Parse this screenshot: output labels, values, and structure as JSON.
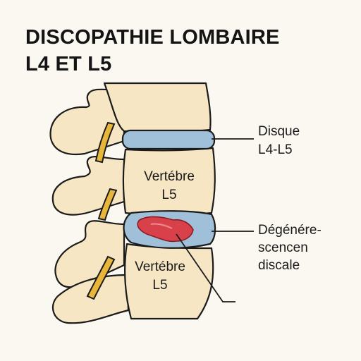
{
  "title": {
    "line1": "DISCOPATHIE LOMBAIRE",
    "line2": "L4 ET L5"
  },
  "labels": {
    "vertebra_upper": {
      "line1": "Vertébre",
      "line2": "L5"
    },
    "vertebra_lower": {
      "line1": "Vertébre",
      "line2": "L5"
    },
    "disc_callout": {
      "line1": "Disque",
      "line2": "L4-L5"
    },
    "degeneration_callout": {
      "line1": "Dégénére-",
      "line2": "scencen",
      "line3": "discale"
    }
  },
  "colors": {
    "bone": "#f6e6c3",
    "outline": "#1b1b1b",
    "disc": "#9fc0d8",
    "lesion": "#d9414a",
    "nerve": "#e7b63a"
  }
}
